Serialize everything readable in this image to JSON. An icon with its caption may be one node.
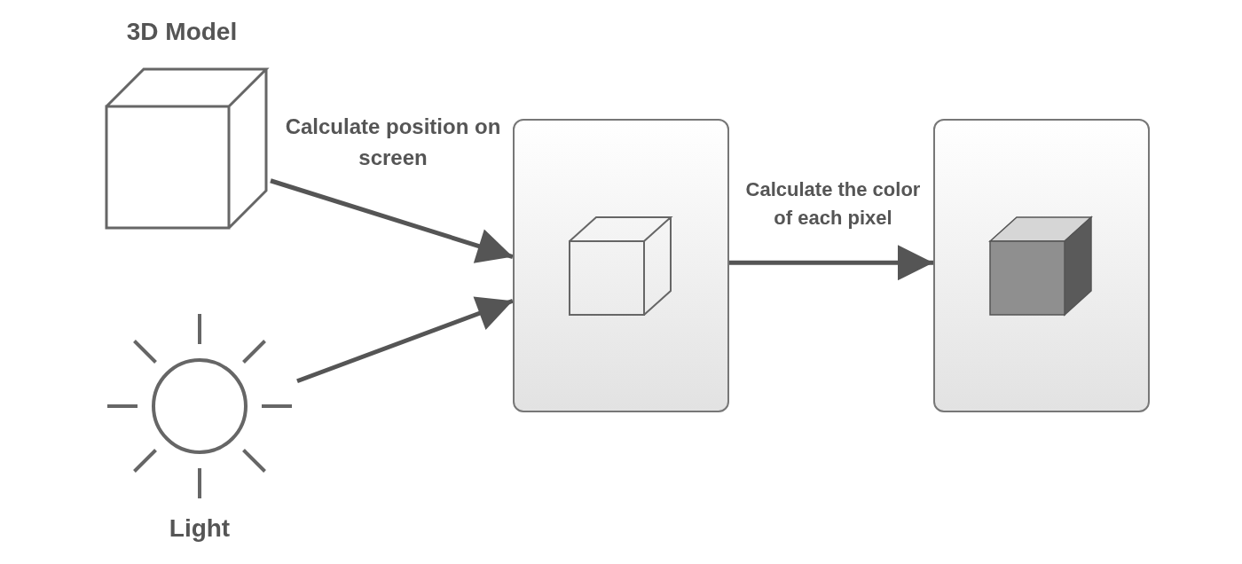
{
  "diagram": {
    "nodes": [
      {
        "text": [
          "3D Model"
        ]
      },
      {
        "text": [
          "Light"
        ]
      },
      {
        "text": [],
        "shape": "box"
      },
      {
        "text": [],
        "shape": "box"
      }
    ],
    "edges": [
      {
        "from": 0,
        "to": 2,
        "arrow": "to",
        "label": "Calculate position on screen"
      },
      {
        "from": 1,
        "to": 2,
        "arrow": "to"
      },
      {
        "from": 2,
        "to": 3,
        "arrow": "to",
        "label": "Calculate the color of each pixel"
      }
    ]
  }
}
